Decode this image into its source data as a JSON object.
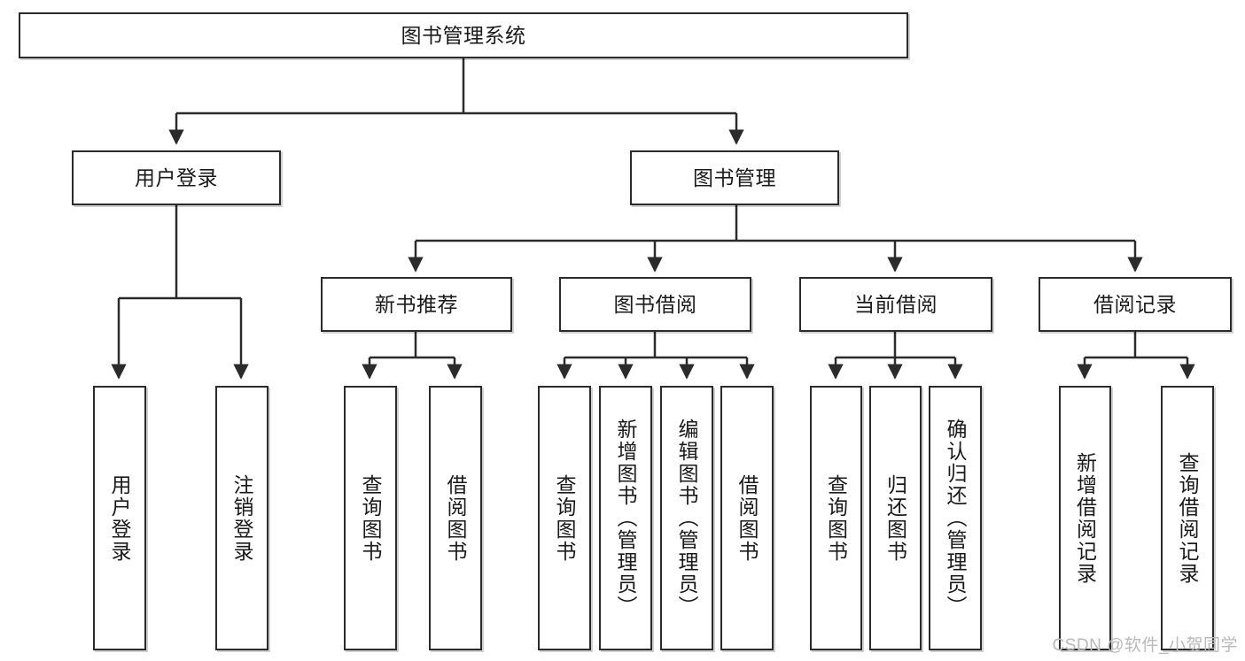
{
  "diagram": {
    "title": "图书管理系统",
    "type": "tree-hierarchy",
    "root": {
      "id": "root",
      "label": "图书管理系统"
    },
    "level2": [
      {
        "id": "user-login",
        "label": "用户登录"
      },
      {
        "id": "book-manage",
        "label": "图书管理"
      }
    ],
    "level3": [
      {
        "id": "new-book-rec",
        "label": "新书推荐",
        "parent": "book-manage"
      },
      {
        "id": "book-borrow",
        "label": "图书借阅",
        "parent": "book-manage"
      },
      {
        "id": "current-borrow",
        "label": "当前借阅",
        "parent": "book-manage"
      },
      {
        "id": "borrow-record",
        "label": "借阅记录",
        "parent": "book-manage"
      }
    ],
    "leaves": {
      "user_login": [
        {
          "id": "leaf-user-login",
          "label": "用户登录"
        },
        {
          "id": "leaf-user-logout",
          "label": "注销登录"
        }
      ],
      "new_book_rec": [
        {
          "id": "leaf-query-book-1",
          "label": "查询图书"
        },
        {
          "id": "leaf-borrow-book-1",
          "label": "借阅图书"
        }
      ],
      "book_borrow": [
        {
          "id": "leaf-query-book-2",
          "label": "查询图书"
        },
        {
          "id": "leaf-add-book",
          "label": "新增图书（管理员）"
        },
        {
          "id": "leaf-edit-book",
          "label": "编辑图书（管理员）"
        },
        {
          "id": "leaf-borrow-book-2",
          "label": "借阅图书"
        }
      ],
      "current_borrow": [
        {
          "id": "leaf-query-book-3",
          "label": "查询图书"
        },
        {
          "id": "leaf-return-book",
          "label": "归还图书"
        },
        {
          "id": "leaf-confirm-return",
          "label": "确认归还（管理员）"
        }
      ],
      "borrow_record": [
        {
          "id": "leaf-add-record",
          "label": "新增借阅记录"
        },
        {
          "id": "leaf-query-record",
          "label": "查询借阅记录"
        }
      ]
    }
  },
  "watermark": {
    "text": "CSDN @软件_小贺同学"
  },
  "colors": {
    "stroke": "#2b2b2b",
    "fill": "#ffffff",
    "text": "#1a1a1a",
    "watermark": "#b9b9b9"
  }
}
